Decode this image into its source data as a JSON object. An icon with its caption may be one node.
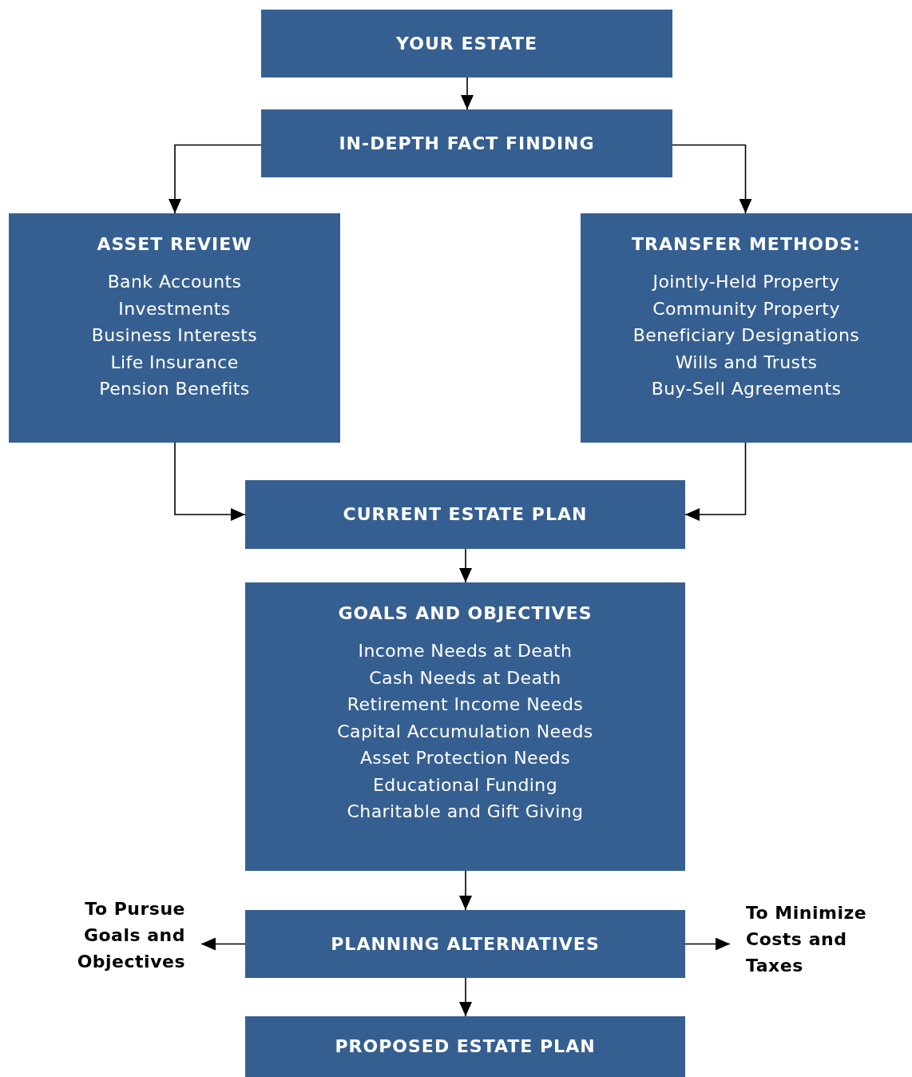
{
  "diagram": {
    "nodes": [
      {
        "text": [
          "YOUR ESTATE"
        ]
      },
      {
        "text": [
          "IN-DEPTH FACT FINDING"
        ]
      },
      {
        "text": [
          "ASSET REVIEW",
          "Bank Accounts",
          "Investments",
          "Business Interests",
          "Life Insurance",
          "Pension Benefits"
        ]
      },
      {
        "text": [
          "TRANSFER METHODS:",
          "Jointly-Held Property",
          "Community Property",
          "Beneficiary Designations",
          "Wills and Trusts",
          "Buy-Sell Agreements"
        ]
      },
      {
        "text": [
          "CURRENT ESTATE PLAN"
        ]
      },
      {
        "text": [
          "GOALS AND OBJECTIVES",
          "Income Needs at Death",
          "Cash Needs at Death",
          "Retirement Income Needs",
          "Capital Accumulation Needs",
          "Asset Protection Needs",
          "Educational Funding",
          "Charitable and Gift Giving"
        ]
      },
      {
        "text": [
          "PLANNING ALTERNATIVES"
        ]
      },
      {
        "text": [
          "PROPOSED ESTATE PLAN"
        ]
      },
      {
        "text": [
          "To Pursue Goals and Objectives"
        ]
      },
      {
        "text": [
          "To Minimize Costs and Taxes"
        ]
      }
    ],
    "edges": [
      {
        "from": 0,
        "to": 1,
        "arrow": "to"
      },
      {
        "from": 1,
        "to": 2,
        "arrow": "to"
      },
      {
        "from": 1,
        "to": 3,
        "arrow": "to"
      },
      {
        "from": 2,
        "to": 4,
        "arrow": "to"
      },
      {
        "from": 3,
        "to": 4,
        "arrow": "to"
      },
      {
        "from": 4,
        "to": 5,
        "arrow": "to"
      },
      {
        "from": 5,
        "to": 6,
        "arrow": "to"
      },
      {
        "from": 6,
        "to": 8,
        "arrow": "to"
      },
      {
        "from": 6,
        "to": 9,
        "arrow": "to"
      },
      {
        "from": 6,
        "to": 7,
        "arrow": "to"
      }
    ]
  }
}
